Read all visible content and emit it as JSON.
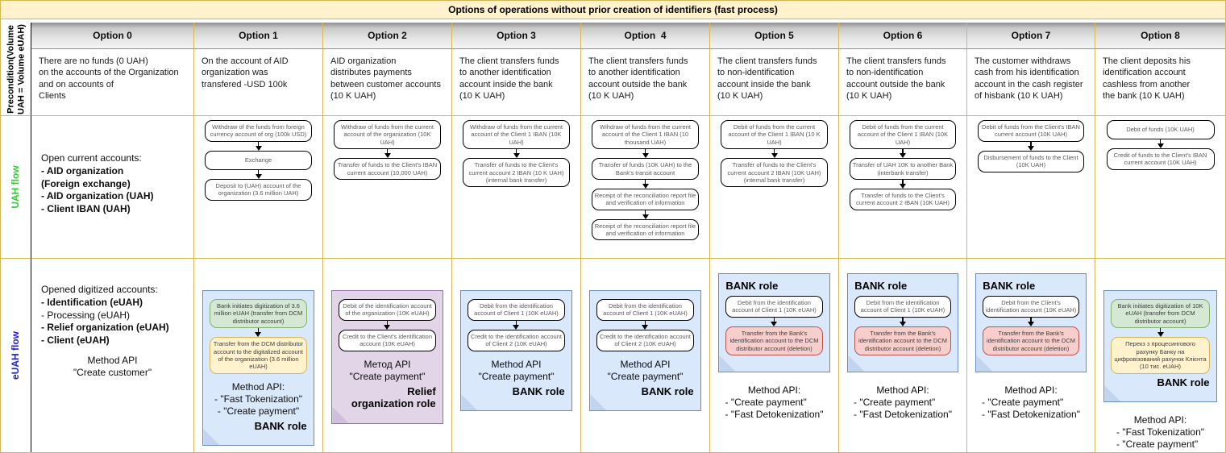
{
  "title": "Options of operations without prior creation of identifiers (fast process)",
  "colors": {
    "frame_border": "#D6B656",
    "title_bg": "#FFF2CC",
    "uah_flow_label": "#33CC33",
    "euah_flow_label": "#2222CC",
    "note_blue_fill": "#DAE8FC",
    "note_blue_border": "#6C8EBF",
    "note_purple_fill": "#E1D5E7",
    "note_purple_border": "#9673A6",
    "box_green_fill": "#D5E8D4",
    "box_green_border": "#82B366",
    "box_yellow_fill": "#FFF2CC",
    "box_yellow_border": "#D6B656",
    "box_red_fill": "#F8CECC",
    "box_red_border": "#B85450"
  },
  "sidebar": {
    "precondition_label": "Precondition(Volume\nUAH = Volume eUAH)",
    "uah_label": "UAH flow",
    "euah_label": "eUAH flow"
  },
  "options": [
    {
      "header": "Option 0",
      "precondition": "There are no funds (0 UAH)\non the accounts of the Organization\nand on accounts of\nClients",
      "uah_lines": [
        {
          "text": "Open current accounts:",
          "bold": false
        },
        {
          "text": "- AID organization",
          "bold": true
        },
        {
          "text": "(Foreign exchange)",
          "bold": true
        },
        {
          "text": "- AID organization (UAH)",
          "bold": true
        },
        {
          "text": "- Client IBAN (UAH)",
          "bold": true
        }
      ],
      "euah_lines": [
        {
          "text": "Opened digitized accounts:",
          "bold": false
        },
        {
          "text": "- Identification (eUAH)",
          "bold": true
        },
        {
          "text": "- Processing (eUAH)",
          "bold": false
        },
        {
          "text": "- Relief organization (eUAH)",
          "bold": true
        },
        {
          "text": "- Client (eUAH)",
          "bold": true
        }
      ],
      "euah_method_lines": [
        "Method API",
        "\"Create customer\""
      ]
    },
    {
      "header": "Option 1",
      "precondition": "On the account of AID\norganization was\ntransfered -USD 100k",
      "uah_boxes": [
        "Withdraw of the funds from foreign currency account of org (100k USD)",
        "Exchange",
        "Deposit to (UAH) account of the organization (3.6 million UAH)"
      ],
      "euah_note": {
        "color": "blue",
        "boxes": [
          {
            "color": "green",
            "text": "Bank initiates digitization of 3.6 million eUAH (transfer from DCM distributor account)"
          },
          {
            "color": "yellow",
            "text": "Transfer from the DCM distributor account to the digitalized account of the organization (3.6 million eUAH)"
          }
        ],
        "method_position": "inside",
        "method_lines": [
          "Method API:",
          "- \"Fast Tokenization\"",
          "- \"Create payment\""
        ],
        "role_label": "BANK role"
      }
    },
    {
      "header": "Option 2",
      "precondition": "AID organization\ndistributes payments\nbetween customer accounts\n(10 K UAH)",
      "uah_boxes": [
        "Withdraw of funds from the current account of the organization (10K UAH)",
        "Transfer of funds to the Client's IBAN current account (10,000 UAH)"
      ],
      "euah_note": {
        "color": "purple",
        "boxes": [
          {
            "color": "white",
            "text": "Debit of the identification account of the organization (10K eUAH)"
          },
          {
            "color": "white",
            "text": "Credit to the Client's identification account (10K eUAH)"
          }
        ],
        "method_position": "inside",
        "method_lines": [
          "Метод API",
          "\"Create payment\""
        ],
        "role_label": "Relief organization role"
      }
    },
    {
      "header": "Option 3",
      "precondition": "The client transfers funds\nto another identification\naccount inside the bank\n(10 K UAH)",
      "uah_boxes": [
        "Withdraw of funds from the current account of the Client 1 IBAN (10K UAH)",
        "Transfer of funds to the Client's current account 2 IBAN (10 K UAH) (internal bank transfer)"
      ],
      "euah_note": {
        "color": "blue",
        "boxes": [
          {
            "color": "white",
            "text": "Debit from the identification account of Client 1 (10K eUAH)"
          },
          {
            "color": "white",
            "text": "Credit to the identification account of Client 2 (10K eUAH)"
          }
        ],
        "method_position": "inside",
        "method_lines": [
          "Method API",
          "\"Create payment\""
        ],
        "role_label": "BANK role"
      }
    },
    {
      "header": "Option  4",
      "precondition": "The client transfers funds\nto another identification\naccount outside the bank\n(10 K UAH)",
      "uah_boxes": [
        "Wihdraw of funds from the current account of the Client 1 IBAN (10 thousand UAH)",
        "Transfer of funds (10K UAH) to the Bank's transit account",
        "Receipt of the reconciliation report file and verification of information",
        "Receipt of the reconciliation report file and verification of information"
      ],
      "euah_note": {
        "color": "blue",
        "boxes": [
          {
            "color": "white",
            "text": "Debit from the identification account of Client 1 (10K eUAH)"
          },
          {
            "color": "white",
            "text": "Credit to the identification account of Client 2 (10K eUAH)"
          }
        ],
        "method_position": "inside",
        "method_lines": [
          "Method API",
          "\"Create payment\""
        ],
        "role_label": "BANK role"
      }
    },
    {
      "header": "Option 5",
      "precondition": "The client transfers funds\nto non-identification\naccount inside the bank\n(10 K UAH)",
      "uah_boxes": [
        "Debit of funds from the current account of the Client 1 IBAN (10 K UAH)",
        "Transfer of funds to the Client's current account 2 IBAN (10K UAH) (internal bank transfer)"
      ],
      "euah_note": {
        "color": "blue",
        "top_label": "BANK role",
        "boxes": [
          {
            "color": "white",
            "text": "Debit from the identification account of Client 1 (10K eUAH)"
          },
          {
            "color": "red",
            "text": "Transfer from the Bank's identification account to the DCM distributor account (deletion)"
          }
        ],
        "method_position": "outside",
        "method_lines": [
          "Method API:",
          "- \"Create payment\"",
          "- \"Fast Detokenization\""
        ]
      }
    },
    {
      "header": "Option 6",
      "precondition": "The client transfers funds\nto non-identification\naccount outside the bank\n(10 K UAH)",
      "uah_boxes": [
        "Debit of funds from the current account of the Client 1 IBAN (10K UAH)",
        "Transfer of UAH 10K to another Bank (interbank transfer)",
        "Transfer of funds to the Client's current account 2 IBAN (10K UAH)"
      ],
      "euah_note": {
        "color": "blue",
        "top_label": "BANK role",
        "boxes": [
          {
            "color": "white",
            "text": "Debit from the identification account of Client 1 (10K eUAH)"
          },
          {
            "color": "red",
            "text": "Transfer from the Bank's identification account to the DCM distributor account (deletion)"
          }
        ],
        "method_position": "outside",
        "method_lines": [
          "Method API:",
          "- \"Create payment\"",
          "- \"Fast Detokenization\""
        ]
      }
    },
    {
      "header": "Option 7",
      "precondition": "The customer withdraws\ncash from his identification\naccount in the cash register\nof hisbank (10 K UAH)",
      "uah_boxes": [
        "Debit of funds from the Client's IBAN current account (10K UAH)",
        "Disbursement of funds to the Client (10K UAH)"
      ],
      "euah_note": {
        "color": "blue",
        "top_label": "BANK role",
        "boxes": [
          {
            "color": "white",
            "text": "Debit from the Client's identification account (10K eUAH)"
          },
          {
            "color": "red",
            "text": "Transfer from the Bank's identification account to the DCM distributor account (deletion)"
          }
        ],
        "method_position": "outside",
        "method_lines": [
          "Method API:",
          "- \"Create payment\"",
          "- \"Fast Detokenization\""
        ]
      }
    },
    {
      "header": "Option 8",
      "precondition": "The client deposits his\nidentification account\ncashless from another\nthe bank (10 K UAH)",
      "uah_boxes": [
        "Debit of funds (10K UAH)",
        "Credit of funds to the Client's IBAN current account (10K UAH)"
      ],
      "euah_note": {
        "color": "blue",
        "boxes": [
          {
            "color": "green",
            "text": "Bank initiates digitization of 10K eUAH (transfer from DCM distributor account)"
          },
          {
            "color": "yellow",
            "text": "Перекз з процесингового рахунку Банку на цифровізований рахунок Клієнта (10 тис. eUAH)"
          }
        ],
        "method_position": "outside",
        "method_lines": [
          "Method API:",
          "- \"Fast Tokenization\"",
          "- \"Create payment\""
        ],
        "role_label": "BANK role"
      }
    }
  ]
}
